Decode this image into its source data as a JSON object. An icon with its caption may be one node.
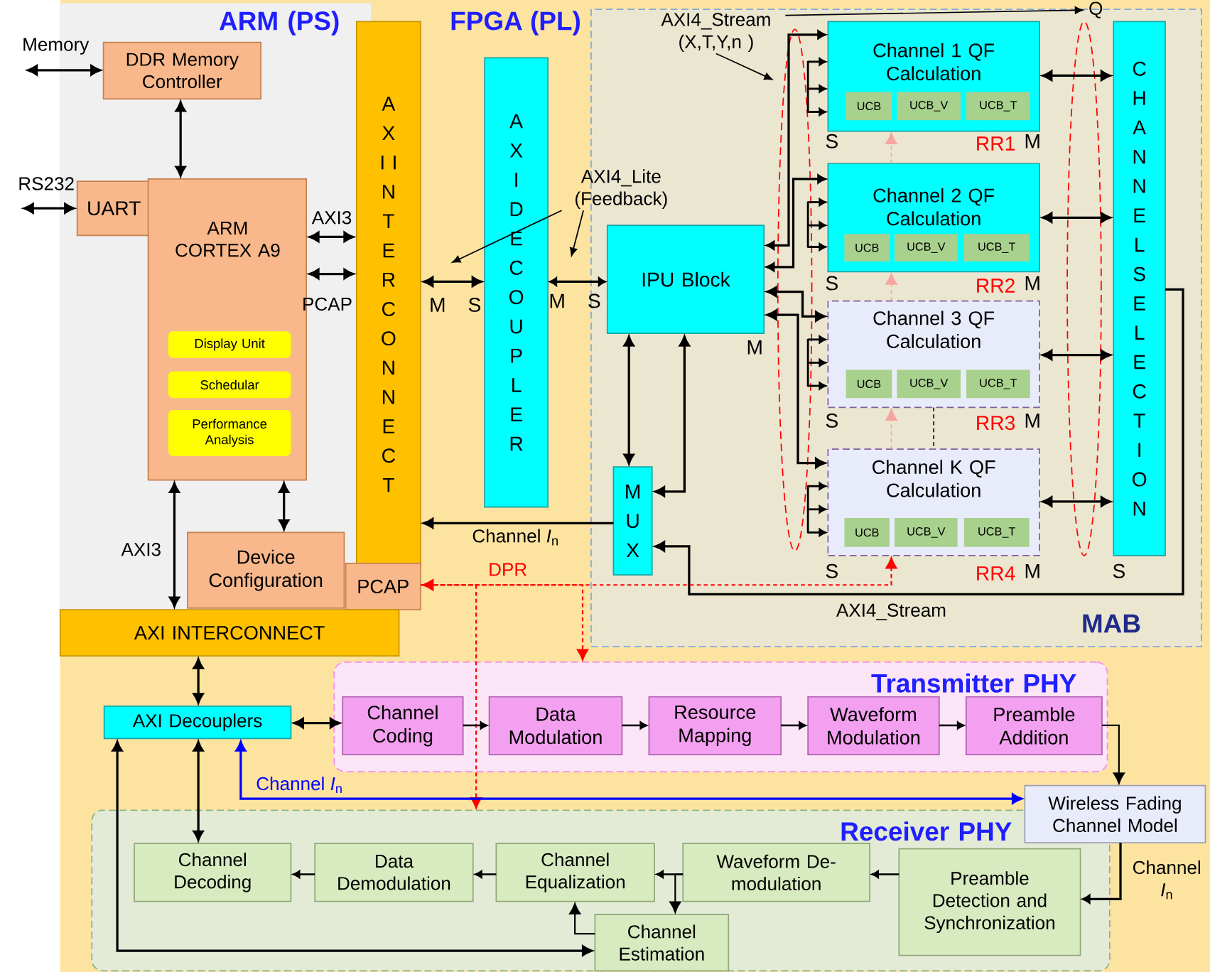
{
  "diagram": {
    "nodes": [
      {
        "text": [
          "ARM (PS)"
        ]
      },
      {
        "text": [
          "DDR Memory Controller"
        ],
        "in": 0
      },
      {
        "text": [
          "UART"
        ],
        "in": 0
      },
      {
        "text": [
          "ARM CORTEX A9"
        ],
        "in": 0
      },
      {
        "text": [
          "Display Unit"
        ],
        "in": 3
      },
      {
        "text": [
          "Schedular"
        ],
        "in": 3
      },
      {
        "text": [
          "Performance Analysis"
        ],
        "in": 3
      },
      {
        "text": [
          "Device Configuration"
        ],
        "in": 0
      },
      {
        "text": [
          "AXI INTERCONNECT"
        ]
      },
      {
        "text": [
          "AXI DECOUPLER"
        ]
      },
      {
        "text": [
          "MAB"
        ]
      },
      {
        "text": [
          "IPU Block"
        ],
        "in": 10,
        "beside": [
          "M"
        ]
      },
      {
        "text": [
          "MUX"
        ],
        "in": 10
      },
      {
        "text": [
          "Channel 1 QF Calculation"
        ],
        "in": 10
      },
      {
        "text": [
          "UCB"
        ],
        "in": 13
      },
      {
        "text": [
          "UCB_V"
        ],
        "in": 13
      },
      {
        "text": [
          "UCB_T"
        ],
        "in": 13
      },
      {
        "text": [
          "Channel 2 QF Calculation"
        ],
        "in": 10
      },
      {
        "text": [
          "UCB"
        ],
        "in": 17
      },
      {
        "text": [
          "UCB_V"
        ],
        "in": 17
      },
      {
        "text": [
          "UCB_T"
        ],
        "in": 17
      },
      {
        "text": [
          "Channel 3 QF Calculation"
        ],
        "in": 10
      },
      {
        "text": [
          "UCB"
        ],
        "in": 21
      },
      {
        "text": [
          "UCB_V"
        ],
        "in": 21
      },
      {
        "text": [
          "UCB_T"
        ],
        "in": 21
      },
      {
        "text": [
          "Channel K QF Calculation"
        ],
        "in": 10
      },
      {
        "text": [
          "UCB"
        ],
        "in": 25
      },
      {
        "text": [
          "UCB_V"
        ],
        "in": 25
      },
      {
        "text": [
          "UCB_T"
        ],
        "in": 25
      },
      {
        "text": [
          "CHANNEL SELECTION"
        ],
        "in": 10
      },
      {
        "text": [
          "PCAP"
        ]
      },
      {
        "text": [
          "AXI INTERCONNECT"
        ]
      },
      {
        "text": [
          "AXI Decouplers"
        ]
      },
      {
        "text": [
          "Transmitter PHY"
        ]
      },
      {
        "text": [
          "Channel Coding"
        ],
        "in": 33
      },
      {
        "text": [
          "Data Modulation"
        ],
        "in": 33
      },
      {
        "text": [
          "Resource Mapping"
        ],
        "in": 33
      },
      {
        "text": [
          "Waveform Modulation"
        ],
        "in": 33
      },
      {
        "text": [
          "Preamble Addition"
        ],
        "in": 33
      },
      {
        "text": [
          "Wireless Fading Channel Model"
        ]
      },
      {
        "text": [
          "Receiver PHY"
        ]
      },
      {
        "text": [
          "Channel Decoding"
        ],
        "in": 40
      },
      {
        "text": [
          "Data Demodulation"
        ],
        "in": 40
      },
      {
        "text": [
          "Channel Equalization"
        ],
        "in": 40
      },
      {
        "text": [
          "Waveform De-modulation"
        ],
        "in": 40
      },
      {
        "text": [
          "Preamble Detection and Synchronization"
        ],
        "in": 40
      },
      {
        "text": [
          "Channel Estimation"
        ],
        "in": 40
      },
      {
        "text": [
          "AXI4_Stream (X,T,Y,n )"
        ],
        "in": 10
      },
      {
        "text": [
          "AXI4_Lite (Feedback)"
        ]
      },
      {
        "text": [
          "Q"
        ],
        "in": 10
      }
    ],
    "edges": [
      {
        "from": null,
        "to": 1,
        "arrow": "both",
        "label": "Memory"
      },
      {
        "from": 1,
        "to": 3,
        "arrow": "both"
      },
      {
        "from": null,
        "to": 2,
        "arrow": "both",
        "label": "RS232"
      },
      {
        "from": 3,
        "to": 8,
        "arrow": "both",
        "label": "AXI3"
      },
      {
        "from": 3,
        "to": 8,
        "arrow": "both",
        "label": "PCAP"
      },
      {
        "from": 3,
        "to": 31,
        "arrow": "both",
        "label": "AXI3"
      },
      {
        "from": 3,
        "to": 7,
        "arrow": "both"
      },
      {
        "from": 8,
        "to": 9,
        "arrow": "both"
      },
      {
        "from": 9,
        "to": 11,
        "arrow": "both"
      },
      {
        "from": 11,
        "to": 12,
        "arrow": "both"
      },
      {
        "from": 11,
        "to": 12,
        "arrow": "both"
      },
      {
        "from": 12,
        "to": 8,
        "arrow": "to",
        "label": "Channel *I*$_{n}$"
      },
      {
        "from": 29,
        "to": 12,
        "arrow": "to",
        "label": "AXI4_Stream"
      },
      {
        "from": 11,
        "to": 13,
        "arrow": "both"
      },
      {
        "from": 11,
        "to": 17,
        "arrow": "both"
      },
      {
        "from": 11,
        "to": 21,
        "arrow": "both"
      },
      {
        "from": 11,
        "to": 25,
        "arrow": "both"
      },
      {
        "from": 13,
        "to": 29,
        "arrow": "both"
      },
      {
        "from": 17,
        "to": 29,
        "arrow": "both"
      },
      {
        "from": 21,
        "to": 29,
        "arrow": "both"
      },
      {
        "from": 25,
        "to": 29,
        "arrow": "both"
      },
      {
        "from": 17,
        "to": 13,
        "arrow": "to",
        "style": "dashed",
        "color": "#f4a6a0"
      },
      {
        "from": 21,
        "to": 17,
        "arrow": "to",
        "style": "dashed",
        "color": "#f4a6a0"
      },
      {
        "from": 25,
        "to": 21,
        "arrow": "to",
        "style": "dashed",
        "color": "#f4a6a0"
      },
      {
        "from": 21,
        "to": 25,
        "arrow": "none",
        "style": "dashed"
      },
      {
        "from": 30,
        "to": 25,
        "arrow": "both",
        "label": "DPR",
        "style": "dashed",
        "color": "#ff0000"
      },
      {
        "from": 30,
        "to": 33,
        "arrow": "to",
        "style": "dashed",
        "color": "#ff0000"
      },
      {
        "from": 30,
        "to": 40,
        "arrow": "to",
        "style": "dashed",
        "color": "#ff0000"
      },
      {
        "from": 31,
        "to": 32,
        "arrow": "both"
      },
      {
        "from": 32,
        "to": 34,
        "arrow": "both"
      },
      {
        "from": 34,
        "to": 35,
        "arrow": "to"
      },
      {
        "from": 35,
        "to": 36,
        "arrow": "to"
      },
      {
        "from": 36,
        "to": 37,
        "arrow": "to"
      },
      {
        "from": 37,
        "to": 38,
        "arrow": "to"
      },
      {
        "from": 38,
        "to": 39,
        "arrow": "to"
      },
      {
        "from": 32,
        "to": 39,
        "arrow": "both",
        "label": "Channel *I*$_{n}$",
        "color": "#0000ff"
      },
      {
        "from": 39,
        "to": 45,
        "arrow": "to",
        "label": "Channel *I*$_{n}$"
      },
      {
        "from": 45,
        "to": 44,
        "arrow": "to"
      },
      {
        "from": 44,
        "to": 43,
        "arrow": "to"
      },
      {
        "from": 43,
        "to": 42,
        "arrow": "to"
      },
      {
        "from": 42,
        "to": 41,
        "arrow": "to"
      },
      {
        "from": 44,
        "to": 46,
        "arrow": "to"
      },
      {
        "from": 46,
        "to": 43,
        "arrow": "to"
      },
      {
        "from": 32,
        "to": 41,
        "arrow": "both"
      },
      {
        "from": 32,
        "to": 46,
        "arrow": "both"
      },
      {
        "from": 47,
        "to": 49,
        "arrow": "to"
      },
      {
        "from": 47,
        "to": null,
        "arrow": "to"
      },
      {
        "from": 48,
        "to": null,
        "arrow": "to"
      },
      {
        "from": 48,
        "to": null,
        "arrow": "to"
      }
    ],
    "labels": [
      "FPGA (PL)",
      "M",
      "S",
      "M",
      "S",
      "S",
      "RR1",
      "M",
      "S",
      "RR2",
      "M",
      "S",
      "RR3",
      "M",
      "S",
      "RR4",
      "M",
      "S"
    ]
  }
}
